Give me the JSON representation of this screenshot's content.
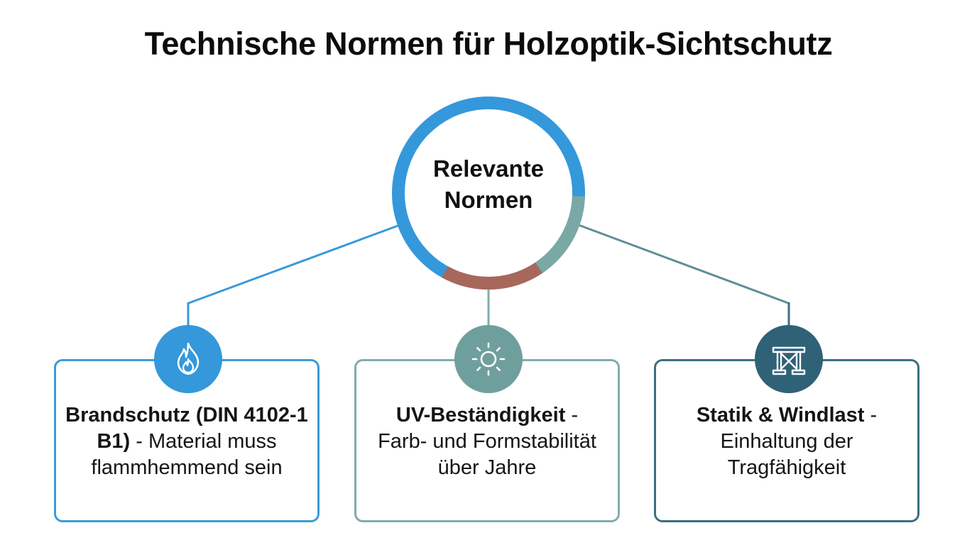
{
  "title": "Technische Normen für Holzoptik-Sichtschutz",
  "hub": {
    "line1": "Relevante",
    "line2": "Normen"
  },
  "colors": {
    "fire": "#3498db",
    "uv": "#6fa3a0",
    "static": "#2f6177",
    "hub_brown": "#a8675b",
    "card_fire_border": "#3a9ad8",
    "card_uv_border": "#7fadab",
    "card_static_border": "#3d6e82"
  },
  "cards": [
    {
      "icon": "flame-icon",
      "title": "Brandschutz (DIN 4102-1 B1)",
      "sep": " - ",
      "desc": "Material muss flammhemmend sein"
    },
    {
      "icon": "sun-icon",
      "title": "UV-Beständigkeit",
      "sep": " - ",
      "desc": "Farb- und Formstabilität über Jahre"
    },
    {
      "icon": "frame-structure-icon",
      "title": "Statik & Windlast",
      "sep": " - ",
      "desc": "Einhaltung der Tragfähigkeit"
    }
  ]
}
